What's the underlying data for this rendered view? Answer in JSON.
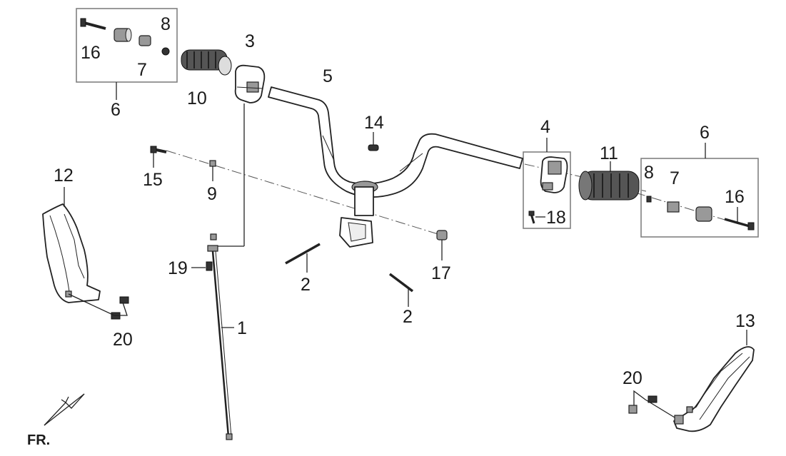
{
  "callouts": {
    "c1": "1",
    "c2a": "2",
    "c2b": "2",
    "c3": "3",
    "c4": "4",
    "c5": "5",
    "c6a": "6",
    "c6b": "6",
    "c7a": "7",
    "c7b": "7",
    "c8a": "8",
    "c8b": "8",
    "c9": "9",
    "c10": "10",
    "c11": "11",
    "c12": "12",
    "c13": "13",
    "c14": "14",
    "c15": "15",
    "c16a": "16",
    "c16b": "16",
    "c17": "17",
    "c18": "18",
    "c19": "19",
    "c20a": "20",
    "c20b": "20"
  },
  "front_marker": "FR."
}
